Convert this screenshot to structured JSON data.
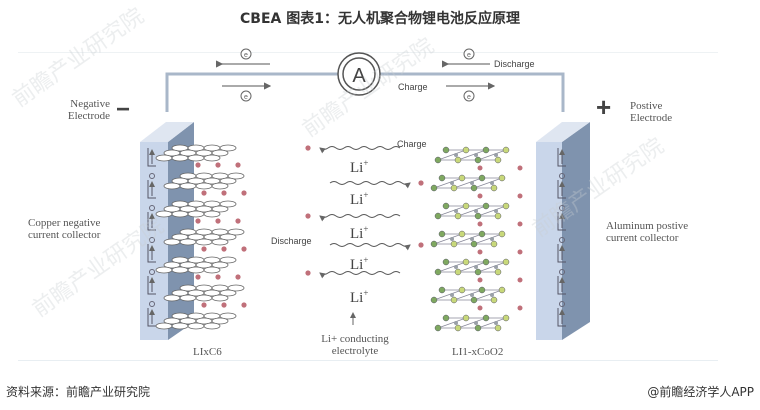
{
  "title": "CBEA 图表1：无人机聚合物锂电池反应原理",
  "diagram": {
    "ammeter_label": "A",
    "electron_symbol": "e",
    "negative_electrode": {
      "sign": "−",
      "line1": "Negative",
      "line2": "Electrode"
    },
    "positive_electrode": {
      "sign": "+",
      "line1": "Postive",
      "line2": "Electrode"
    },
    "copper_collector": {
      "line1": "Copper negative",
      "line2": "current collector"
    },
    "aluminum_collector": {
      "line1": "Aluminum postive",
      "line2": "current collector"
    },
    "charge_label": "Charge",
    "discharge_label": "Discharge",
    "ion_label": "Li",
    "ion_charge": "+",
    "ion_rows": 5,
    "electrolyte": {
      "line1": "Li+ conducting",
      "line2": "electrolyte"
    },
    "anode_formula": "LIxC6",
    "cathode_formula": "LI1-xCoO2",
    "colors": {
      "collector_face": "#c9d6ea",
      "collector_side": "#7f93ae",
      "wire": "#a9b7c9",
      "lithium_dot": "#c0707a",
      "cathode_green": "#7fa860",
      "cathode_yellow": "#c8d87a",
      "cathode_gray": "#9aa0a8"
    }
  },
  "watermark_text": "前瞻产业研究院",
  "footer": {
    "source": "资料来源：前瞻产业研究院",
    "credit": "@前瞻经济学人APP"
  }
}
